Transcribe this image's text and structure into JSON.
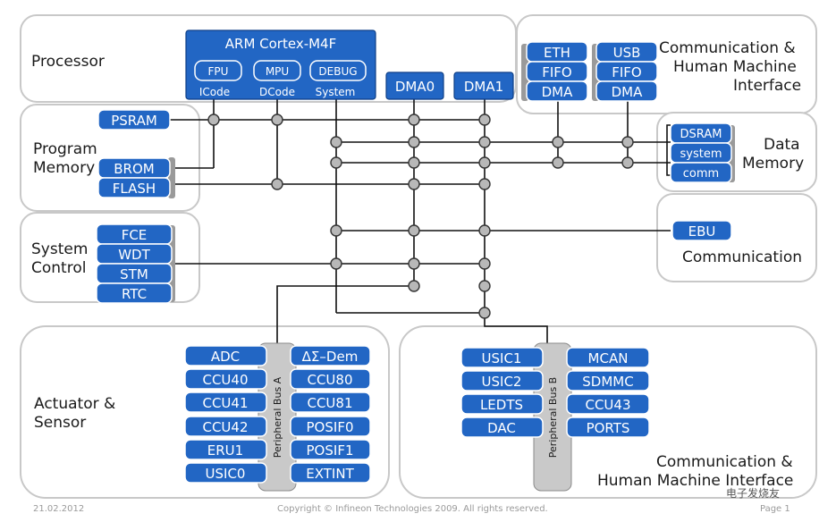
{
  "groups": {
    "processor": "Processor",
    "program_memory": [
      "Program",
      "Memory"
    ],
    "system_control": [
      "System",
      "Control"
    ],
    "comm_hmi_top": [
      "Communication &",
      "Human Machine",
      "Interface"
    ],
    "data_memory": [
      "Data",
      "Memory"
    ],
    "communication": "Communication",
    "actuator_sensor": [
      "Actuator &",
      "Sensor"
    ],
    "comm_hmi_bottom": [
      "Communication &",
      "Human Machine Interface"
    ]
  },
  "cpu": {
    "title": "ARM Cortex-M4F",
    "units": [
      "FPU",
      "MPU",
      "DEBUG"
    ],
    "ports": [
      "ICode",
      "DCode",
      "System"
    ]
  },
  "dma": [
    "DMA0",
    "DMA1"
  ],
  "program_memory_blocks": [
    "PSRAM",
    "BROM",
    "FLASH"
  ],
  "system_control_blocks": [
    "FCE",
    "WDT",
    "STM",
    "RTC"
  ],
  "comm_columns": [
    [
      "ETH",
      "FIFO",
      "DMA"
    ],
    [
      "USB",
      "FIFO",
      "DMA"
    ]
  ],
  "data_memory_blocks": [
    "DSRAM",
    "system",
    "comm"
  ],
  "ebu": "EBU",
  "peripheral_bus_a": {
    "label": "Peripheral Bus A",
    "left": [
      "ADC",
      "CCU40",
      "CCU41",
      "CCU42",
      "ERU1",
      "USIC0"
    ],
    "right": [
      "ΔΣ–Dem",
      "CCU80",
      "CCU81",
      "POSIF0",
      "POSIF1",
      "EXTINT"
    ]
  },
  "peripheral_bus_b": {
    "label": "Peripheral Bus B",
    "left": [
      "USIC1",
      "USIC2",
      "LEDTS",
      "DAC"
    ],
    "right": [
      "MCAN",
      "SDMMC",
      "CCU43",
      "PORTS"
    ]
  },
  "footer": {
    "date": "21.02.2012",
    "copyright": "Copyright © Infineon Technologies 2009. All rights reserved.",
    "page": "Page 1"
  },
  "watermark": "电子发烧友"
}
